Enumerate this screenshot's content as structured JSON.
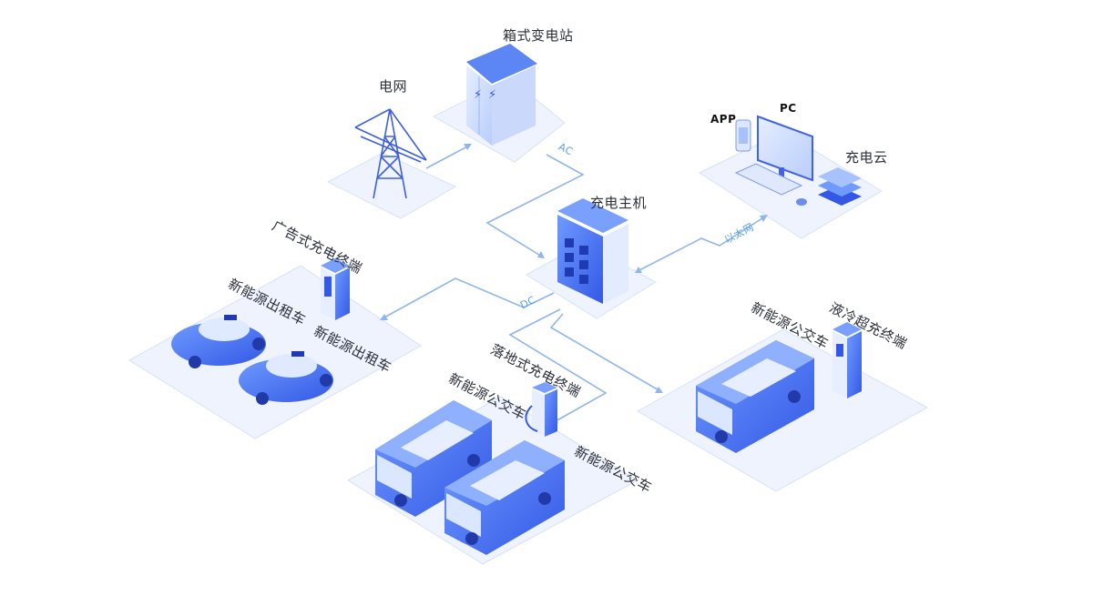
{
  "nodes": {
    "grid": "电网",
    "box_substation": "箱式变电站",
    "charging_host": "充电主机",
    "app": "APP",
    "pc": "PC",
    "charging_cloud": "充电云",
    "ad_terminal": "广告式充电终端",
    "taxi_1": "新能源出租车",
    "taxi_2": "新能源出租车",
    "floor_terminal": "落地式充电终端",
    "bus_1": "新能源公交车",
    "bus_2": "新能源公交车",
    "bus_3": "新能源公交车",
    "liquid_terminal": "液冷超充终端"
  },
  "line_tags": {
    "ac": "AC",
    "dc": "DC",
    "ethernet": "以太网"
  },
  "colors": {
    "accent": "#3b6ef0",
    "line": "#8fb6ea",
    "platform": "#eef3fd",
    "platform_edge": "#d5e0f6"
  }
}
